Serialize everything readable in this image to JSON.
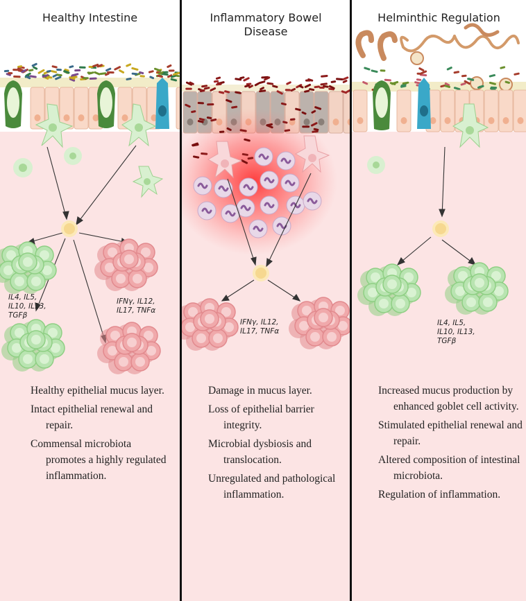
{
  "panels": [
    {
      "title": "Healthy Intestine",
      "cytokines_left": [
        "IL4, IL5,",
        "IL10, IL13,",
        "TGFβ"
      ],
      "cytokines_right": [
        "IFNγ, IL12,",
        "IL17, TNFα"
      ],
      "notes": [
        "Healthy epithelial mucus layer.",
        "Intact epithelial renewal and repair.",
        "Commensal microbiota promotes a highly regulated inflammation."
      ]
    },
    {
      "title": "Inflammatory Bowel Disease",
      "cytokines": [
        "IFNγ, IL12,",
        "IL17, TNFα"
      ],
      "notes": [
        "Damage in mucus layer.",
        "Loss of epithelial barrier integrity.",
        "Microbial dysbiosis and translocation.",
        "Unregulated and pathological inflammation."
      ]
    },
    {
      "title": "Helminthic Regulation",
      "cytokines": [
        "IL4, IL5,",
        "IL10, IL13,",
        "TGFβ"
      ],
      "notes": [
        "Increased mucus production by enhanced goblet cell activity.",
        "Stimulated epithelial renewal and repair.",
        "Altered composition of intestinal microbiota.",
        "Regulation of inflammation."
      ]
    }
  ],
  "colors": {
    "tissue": "#fce4e4",
    "epithelium": "#f9d9c8",
    "mucus": "#f2ecc8",
    "goblet": "#4a8a3c",
    "tuft": "#3aa8c8",
    "th2_cluster": "#b9e4b1",
    "th1_cluster": "#f0a9ab",
    "inflammation": "#ff3030",
    "bacteria_dark": "#8b1a1a",
    "worm": "#c98a5e"
  }
}
